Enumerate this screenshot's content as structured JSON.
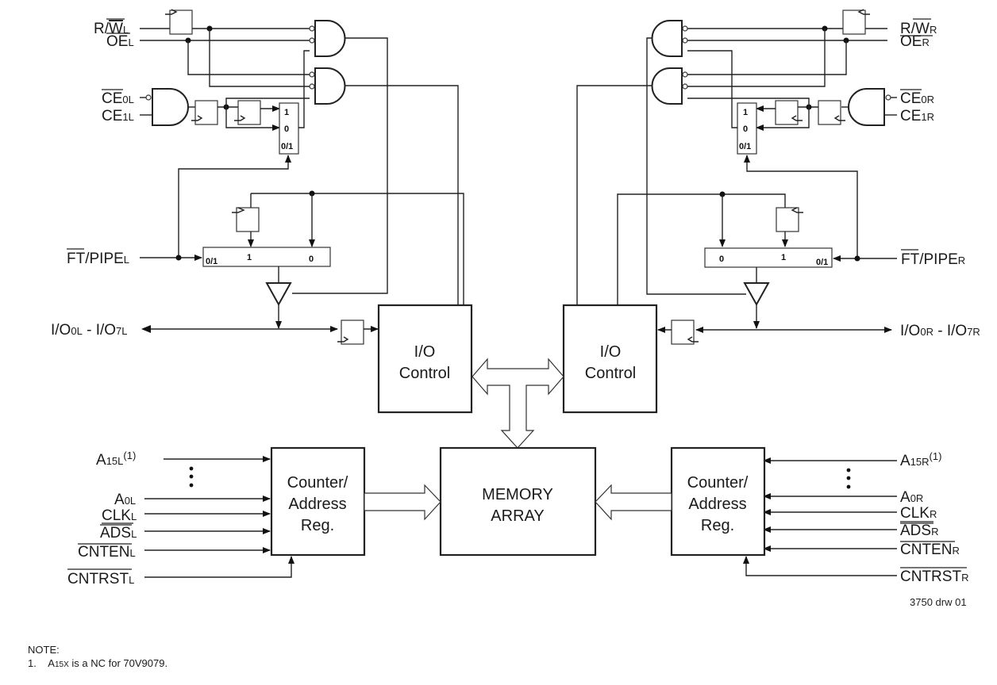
{
  "signals_left": {
    "rw": {
      "main": "R/",
      "bar": "W",
      "sub": "L"
    },
    "oe": {
      "bar": "OE",
      "sub": "L"
    },
    "ce0": {
      "bar": "CE",
      "sub": "0L"
    },
    "ce1": {
      "main": "CE",
      "sub": "1L"
    },
    "ft": {
      "bar": "FT",
      "main": "/PIPE",
      "sub": "L"
    },
    "io": {
      "main1": "I/O",
      "sub1": "0L",
      "main2": " - I/O",
      "sub2": "7L"
    },
    "a15": {
      "main": "A",
      "sub": "15L",
      "sup": "(1)"
    },
    "a0": {
      "main": "A",
      "sub": "0L"
    },
    "clk": {
      "main": "CLK",
      "sub": "L"
    },
    "ads": {
      "bar": "ADS",
      "sub": "L"
    },
    "cnten": {
      "bar": "CNTEN",
      "sub": "L"
    },
    "cntrst": {
      "bar": "CNTRST",
      "sub": "L"
    }
  },
  "signals_right": {
    "rw": {
      "main": "R/",
      "bar": "W",
      "sub": "R"
    },
    "oe": {
      "bar": "OE",
      "sub": "R"
    },
    "ce0": {
      "bar": "CE",
      "sub": "0R"
    },
    "ce1": {
      "main": "CE",
      "sub": "1R"
    },
    "ft": {
      "bar": "FT",
      "main": "/PIPE",
      "sub": "R"
    },
    "io": {
      "main1": "I/O",
      "sub1": "0R",
      "main2": " - I/O",
      "sub2": "7R"
    },
    "a15": {
      "main": "A",
      "sub": "15R",
      "sup": "(1)"
    },
    "a0": {
      "main": "A",
      "sub": "0R"
    },
    "clk": {
      "main": "CLK",
      "sub": "R"
    },
    "ads": {
      "bar": "ADS",
      "sub": "R"
    },
    "cnten": {
      "bar": "CNTEN",
      "sub": "R"
    },
    "cntrst": {
      "bar": "CNTRST",
      "sub": "R"
    }
  },
  "mux_labels": {
    "one": "1",
    "zero": "0",
    "sel": "0/1"
  },
  "blocks": {
    "io_control_line1": "I/O",
    "io_control_line2": "Control",
    "counter_line1": "Counter/",
    "counter_line2": "Address",
    "counter_line3": "Reg.",
    "memory_line1": "MEMORY",
    "memory_line2": "ARRAY"
  },
  "drawing_id": "3750 drw 01",
  "note": {
    "title": "NOTE:",
    "items": [
      {
        "num": "1.",
        "pre": "A",
        "sub": "15X",
        "post": " is a NC for 70V9079."
      }
    ]
  }
}
